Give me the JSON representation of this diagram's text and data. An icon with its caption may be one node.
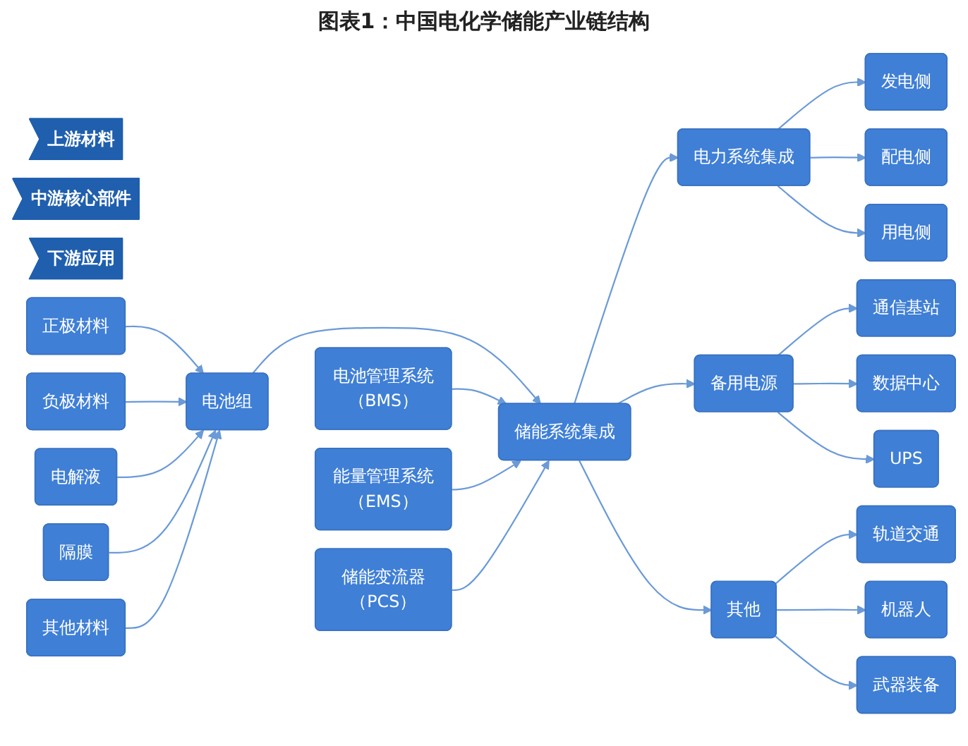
{
  "diagram": {
    "title": "图表1：中国电化学储能产业链结构",
    "nodes": [
      {
        "text": [
          "上游材料"
        ]
      },
      {
        "text": [
          "中游核心部件"
        ]
      },
      {
        "text": [
          "下游应用"
        ]
      },
      {
        "text": [
          "正极材料"
        ]
      },
      {
        "text": [
          "负极材料"
        ]
      },
      {
        "text": [
          "电解液"
        ]
      },
      {
        "text": [
          "隔膜"
        ]
      },
      {
        "text": [
          "其他材料"
        ]
      },
      {
        "text": [
          "电池组"
        ]
      },
      {
        "text": [
          "电池管理系统（BMS）"
        ]
      },
      {
        "text": [
          "能量管理系统（EMS）"
        ]
      },
      {
        "text": [
          "储能变流器（PCS）"
        ]
      },
      {
        "text": [
          "储能系统集成"
        ]
      },
      {
        "text": [
          "电力系统集成"
        ]
      },
      {
        "text": [
          "发电侧"
        ]
      },
      {
        "text": [
          "配电侧"
        ]
      },
      {
        "text": [
          "用电侧"
        ]
      },
      {
        "text": [
          "备用电源"
        ]
      },
      {
        "text": [
          "通信基站"
        ]
      },
      {
        "text": [
          "数据中心"
        ]
      },
      {
        "text": [
          "UPS"
        ]
      },
      {
        "text": [
          "其他"
        ]
      },
      {
        "text": [
          "轨道交通"
        ]
      },
      {
        "text": [
          "机器人"
        ]
      },
      {
        "text": [
          "武器装备"
        ]
      }
    ],
    "edges": [
      {
        "from": 3,
        "to": 8,
        "arrow": "to"
      },
      {
        "from": 4,
        "to": 8,
        "arrow": "to"
      },
      {
        "from": 5,
        "to": 8,
        "arrow": "to"
      },
      {
        "from": 6,
        "to": 8,
        "arrow": "to"
      },
      {
        "from": 7,
        "to": 8,
        "arrow": "to"
      },
      {
        "from": 8,
        "to": 12,
        "arrow": "to"
      },
      {
        "from": 9,
        "to": 12,
        "arrow": "to"
      },
      {
        "from": 10,
        "to": 12,
        "arrow": "to"
      },
      {
        "from": 11,
        "to": 12,
        "arrow": "to"
      },
      {
        "from": 12,
        "to": 13,
        "arrow": "to"
      },
      {
        "from": 12,
        "to": 17,
        "arrow": "to"
      },
      {
        "from": 12,
        "to": 21,
        "arrow": "to"
      },
      {
        "from": 13,
        "to": 14,
        "arrow": "to"
      },
      {
        "from": 13,
        "to": 15,
        "arrow": "to"
      },
      {
        "from": 13,
        "to": 16,
        "arrow": "to"
      },
      {
        "from": 17,
        "to": 18,
        "arrow": "to"
      },
      {
        "from": 17,
        "to": 19,
        "arrow": "to"
      },
      {
        "from": 17,
        "to": 20,
        "arrow": "to"
      },
      {
        "from": 21,
        "to": 22,
        "arrow": "to"
      },
      {
        "from": 21,
        "to": 23,
        "arrow": "to"
      },
      {
        "from": 21,
        "to": 24,
        "arrow": "to"
      }
    ]
  }
}
